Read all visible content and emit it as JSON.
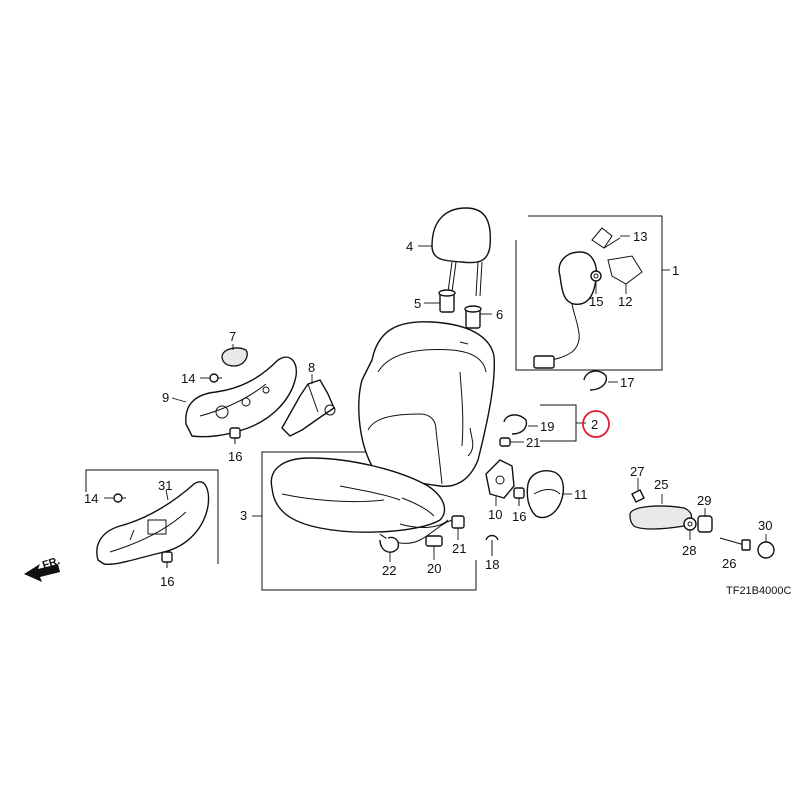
{
  "diagram": {
    "code": "TF21B4000C",
    "front_label": "FR.",
    "highlight_color": "#e0202a",
    "highlighted_callout": "2",
    "callouts": {
      "p1": "1",
      "p2": "2",
      "p3": "3",
      "p4": "4",
      "p5": "5",
      "p6": "6",
      "p7": "7",
      "p8": "8",
      "p9": "9",
      "p10": "10",
      "p11": "11",
      "p12": "12",
      "p13": "13",
      "p14a": "14",
      "p14b": "14",
      "p15": "15",
      "p16a": "16",
      "p16b": "16",
      "p16c": "16",
      "p17": "17",
      "p18": "18",
      "p19": "19",
      "p20": "20",
      "p21a": "21",
      "p21b": "21",
      "p22": "22",
      "p25": "25",
      "p26": "26",
      "p27": "27",
      "p28": "28",
      "p29": "29",
      "p30": "30",
      "p31": "31"
    }
  }
}
